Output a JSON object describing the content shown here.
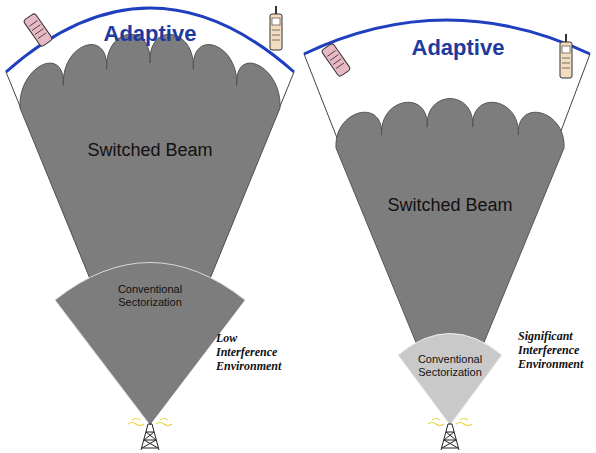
{
  "diagram": {
    "nodes": [
      {
        "text": [
          "Adaptive"
        ]
      },
      {
        "text": [
          "Switched Beam"
        ],
        "in": 0
      },
      {
        "text": [
          "Conventional Sectorization"
        ],
        "in": 1
      },
      {
        "text": [
          "Adaptive"
        ]
      },
      {
        "text": [
          "Switched Beam"
        ],
        "in": 3
      },
      {
        "text": [
          "Conventional Sectorization"
        ],
        "in": 4
      }
    ],
    "labels": [
      "Low Interference Environment",
      "Significant Interference Environment"
    ]
  }
}
